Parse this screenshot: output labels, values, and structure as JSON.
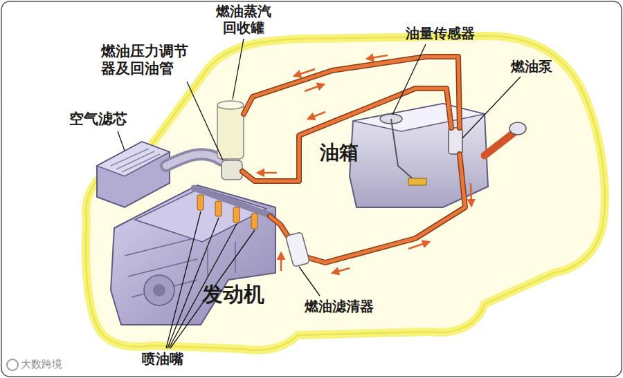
{
  "diagram": {
    "labels": [
      "燃油蒸汽 回收罐",
      "燃油压力调节 器及回油管",
      "空气滤芯",
      "油量传感器",
      "燃油泵",
      "油箱",
      "发动机",
      "燃油滤清器",
      "喷油嘴",
      "大数跨境"
    ]
  }
}
